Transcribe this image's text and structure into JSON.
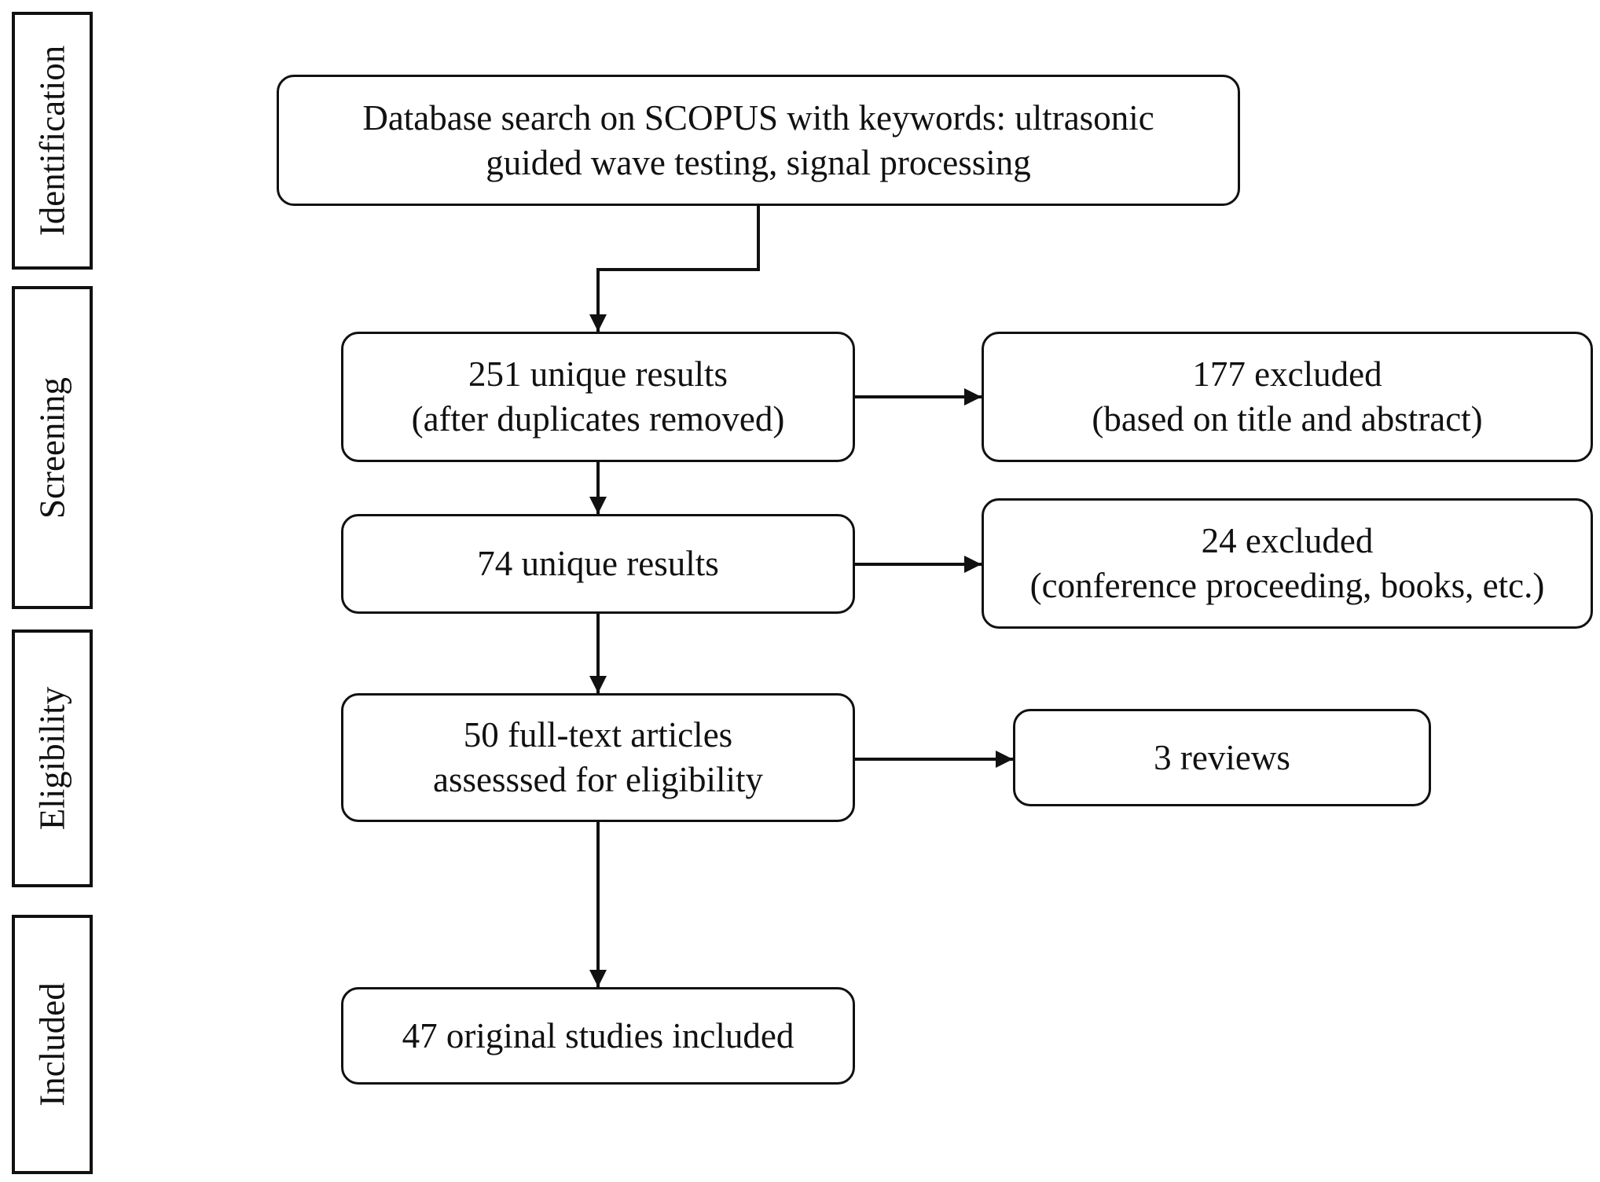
{
  "stages": {
    "identification": "Identification",
    "screening": "Screening",
    "eligibility": "Eligibility",
    "included": "Included"
  },
  "nodes": {
    "search": {
      "line1": "Database search on SCOPUS with keywords: ultrasonic",
      "line2": "guided wave testing, signal processing"
    },
    "unique251": {
      "line1": "251 unique results",
      "line2": "(after duplicates removed)"
    },
    "excluded177": {
      "line1": "177 excluded",
      "line2": "(based on title and abstract)"
    },
    "unique74": {
      "line1": "74 unique results"
    },
    "excluded24": {
      "line1": "24 excluded",
      "line2": "(conference proceeding, books, etc.)"
    },
    "fulltext50": {
      "line1": "50 full-text articles",
      "line2": "assesssed for eligibility"
    },
    "reviews3": {
      "line1": "3 reviews"
    },
    "included47": {
      "line1": "47 original studies included"
    }
  },
  "colors": {
    "stroke": "#111111",
    "background": "#ffffff"
  }
}
